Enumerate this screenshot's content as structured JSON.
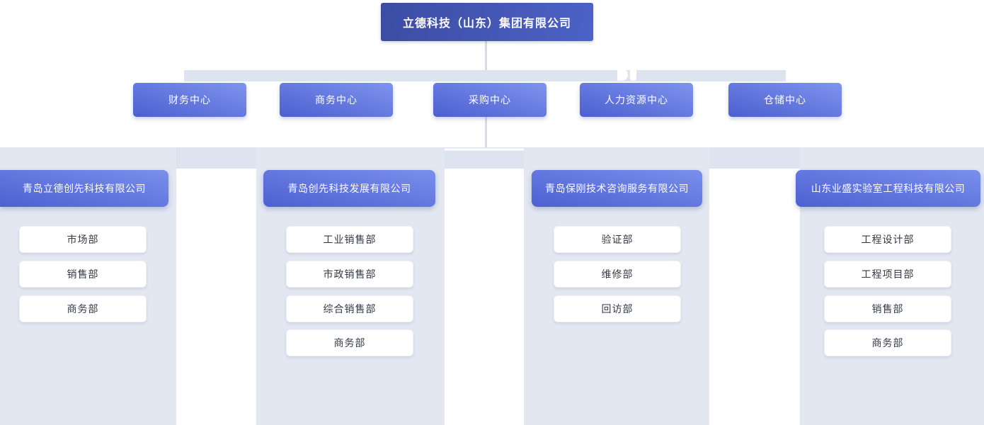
{
  "root": {
    "label": "立德科技（山东）集团有限公司"
  },
  "centers": [
    {
      "label": "财务中心"
    },
    {
      "label": "商务中心"
    },
    {
      "label": "采购中心"
    },
    {
      "label": "人力资源中心"
    },
    {
      "label": "仓储中心"
    }
  ],
  "subsidiaries": [
    {
      "name": "青岛立德创先科技有限公司",
      "departments": [
        "市场部",
        "销售部",
        "商务部"
      ]
    },
    {
      "name": "青岛创先科技发展有限公司",
      "departments": [
        "工业销售部",
        "市政销售部",
        "综合销售部",
        "商务部"
      ]
    },
    {
      "name": "青岛保刚技术咨询服务有限公司",
      "departments": [
        "验证部",
        "维修部",
        "回访部"
      ]
    },
    {
      "name": "山东业盛实验室工程科技有限公司",
      "departments": [
        "工程设计部",
        "工程项目部",
        "销售部",
        "商务部"
      ]
    }
  ],
  "colors": {
    "root_gradient_start": "#3b4ca2",
    "root_gradient_end": "#4d62c7",
    "node_gradient_start": "#7e94ee",
    "node_gradient_end": "#4c5fd0",
    "panel_background": "#e2e7f1",
    "connector_line": "#d5dbe9",
    "department_text": "#333a45",
    "node_text": "#ffffff"
  }
}
